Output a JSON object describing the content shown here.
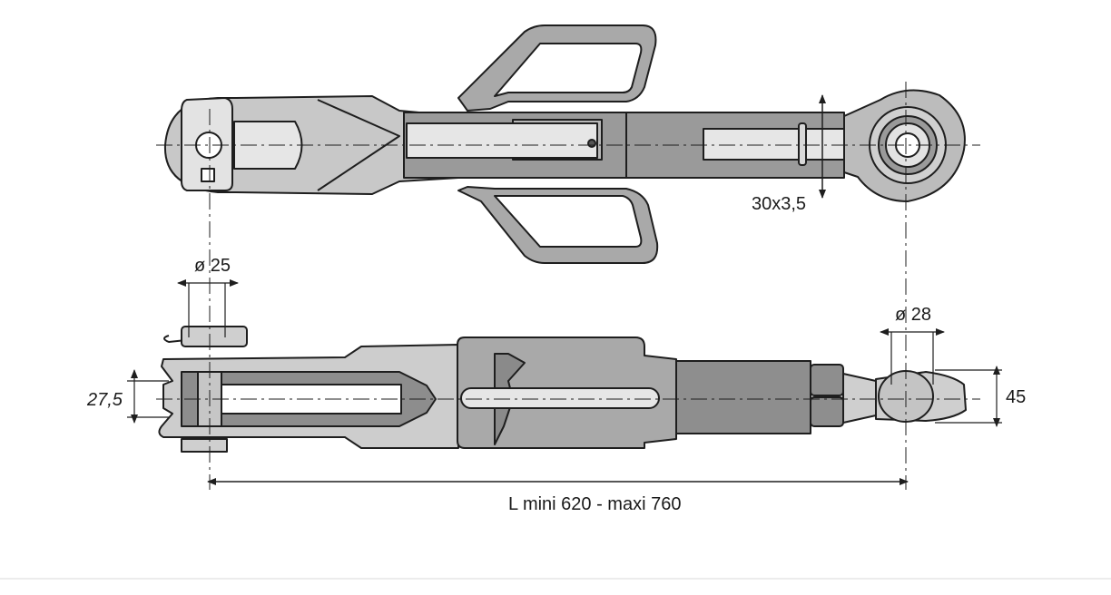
{
  "dimensions": {
    "tube": "30x3,5",
    "pin_top": "ø 25",
    "pin_ball": "ø 28",
    "fork_width": "27,5",
    "ball_width": "45",
    "length": "L mini 620 - maxi 760"
  },
  "colors": {
    "light_metal": "#d4d4d4",
    "mid_metal": "#a9a9a9",
    "dark_metal": "#8a8a8a",
    "outline": "#1e1e1e",
    "white": "#ffffff"
  }
}
